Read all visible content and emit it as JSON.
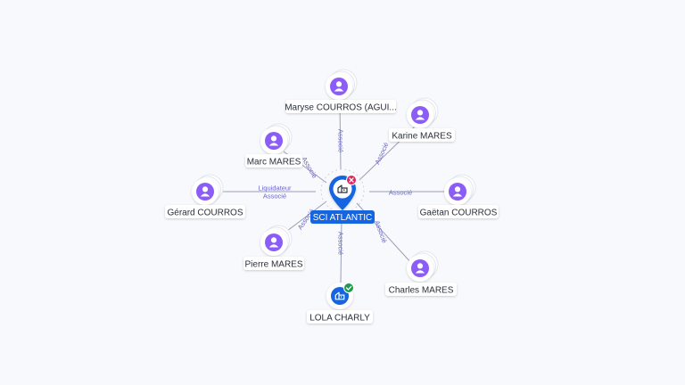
{
  "center": {
    "label": "SCI ATLANTIC",
    "icon": "building-icon",
    "status_icon": "close-icon",
    "color": "#1565e0",
    "badge_color": "#e0245e"
  },
  "persons": [
    {
      "id": "maryse",
      "label": "Maryse COURROS (AGUI...",
      "relation": "Associé"
    },
    {
      "id": "karine",
      "label": "Karine MARES",
      "relation": "Associé"
    },
    {
      "id": "marc",
      "label": "Marc MARES",
      "relation": "Associé"
    },
    {
      "id": "gerard",
      "label": "Gérard COURROS",
      "relation": "Liquidateur",
      "relation2": "Associé"
    },
    {
      "id": "gaetan",
      "label": "Gaëtan COURROS",
      "relation": "Associé"
    },
    {
      "id": "pierre",
      "label": "Pierre MARES",
      "relation": "Associé"
    },
    {
      "id": "charles",
      "label": "Charles MARES",
      "relation": "Associé"
    }
  ],
  "companies": [
    {
      "id": "lola",
      "label": "LOLA CHARLY",
      "relation": "Associé",
      "icon": "building-icon",
      "status_icon": "check-icon",
      "badge_color": "#1e9b4f"
    }
  ],
  "colors": {
    "person": "#8b5cf6",
    "edge": "#9aa0b4",
    "edge_label": "#6a67c8"
  }
}
